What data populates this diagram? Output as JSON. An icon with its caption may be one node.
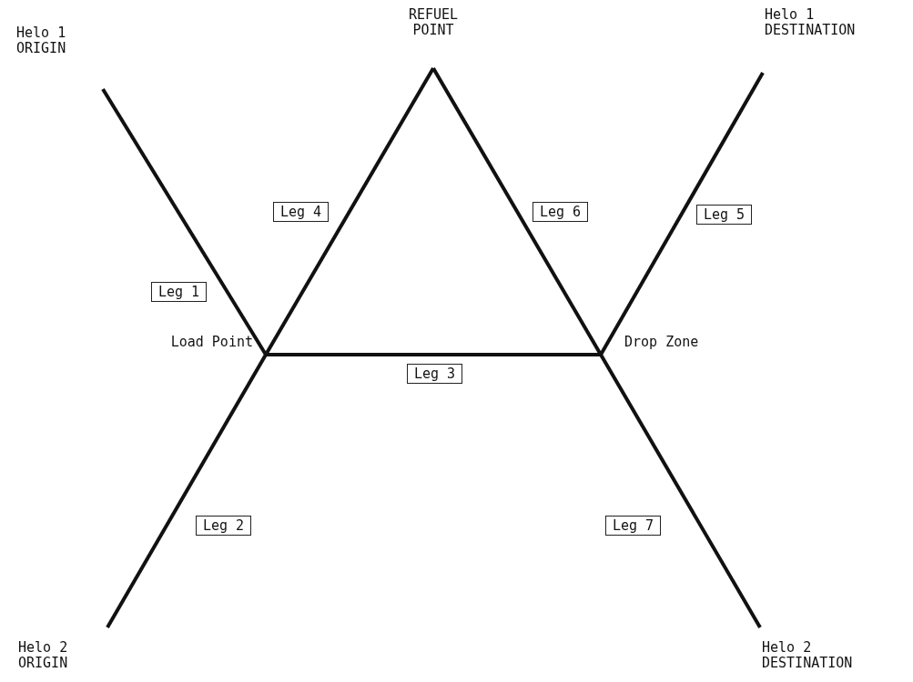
{
  "diagram": {
    "nodes": [
      {
        "text": [
          "Helo 1 ORIGIN"
        ]
      },
      {
        "text": [
          "REFUEL POINT"
        ]
      },
      {
        "text": [
          "Helo 1 DESTINATION"
        ]
      },
      {
        "text": [
          "Load Point"
        ]
      },
      {
        "text": [
          "Drop Zone"
        ]
      },
      {
        "text": [
          "Helo 2 ORIGIN"
        ]
      },
      {
        "text": [
          "Helo 2 DESTINATION"
        ]
      }
    ],
    "edges": [
      {
        "from": 0,
        "to": 3,
        "arrow": "none",
        "label": "Leg 1"
      },
      {
        "from": 3,
        "to": 1,
        "arrow": "none",
        "label": "Leg 4"
      },
      {
        "from": 1,
        "to": 4,
        "arrow": "none",
        "label": "Leg 6"
      },
      {
        "from": 4,
        "to": 2,
        "arrow": "none",
        "label": "Leg 5"
      },
      {
        "from": 3,
        "to": 4,
        "arrow": "none",
        "label": "Leg 3"
      },
      {
        "from": 5,
        "to": 3,
        "arrow": "none",
        "label": "Leg 2"
      },
      {
        "from": 4,
        "to": 6,
        "arrow": "none",
        "label": "Leg 7"
      }
    ]
  }
}
